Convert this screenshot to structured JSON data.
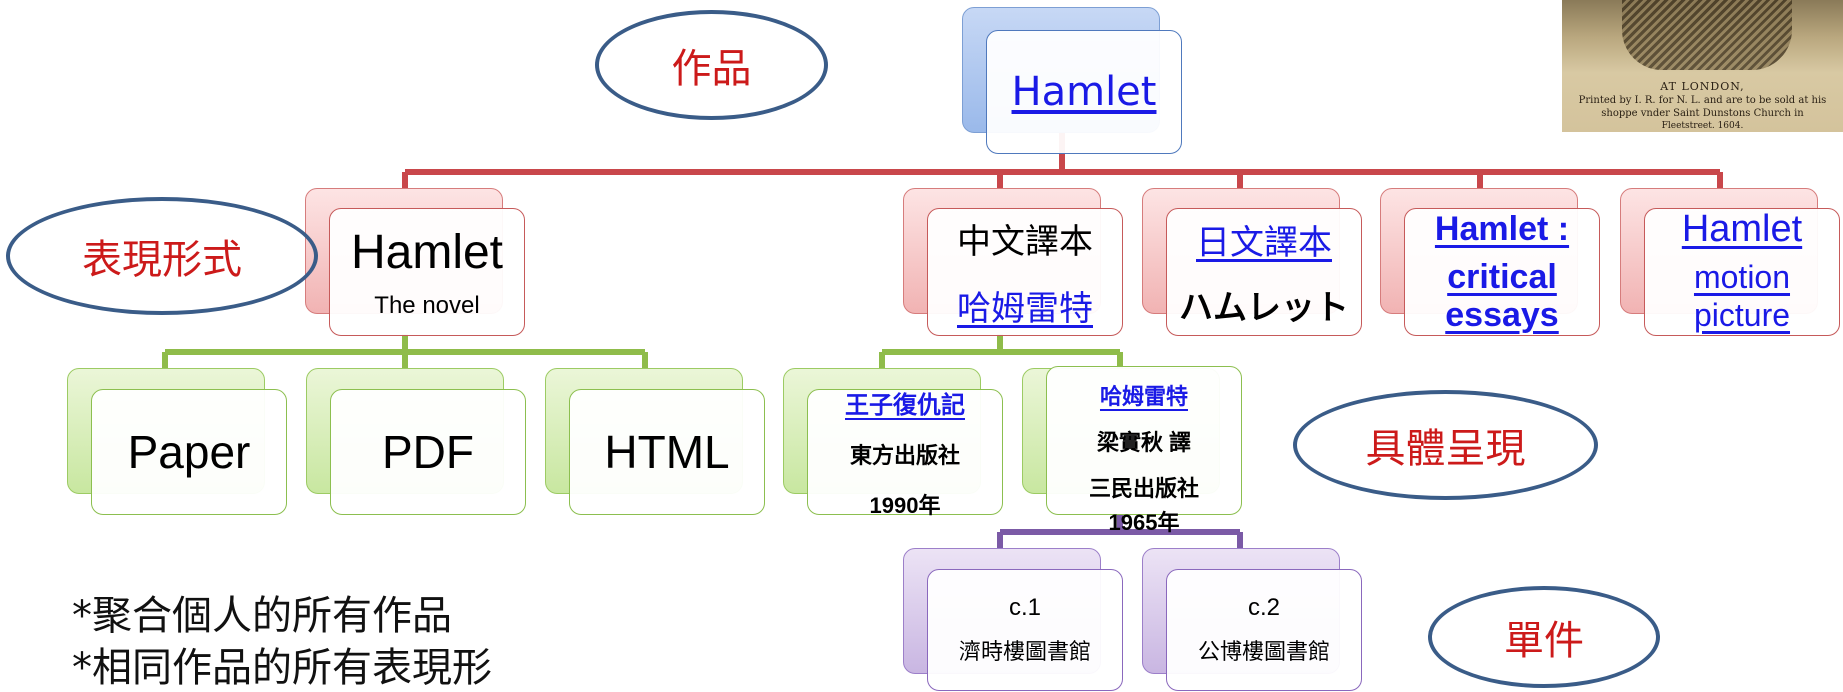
{
  "levels": {
    "work": "作品",
    "expression": "表現形式",
    "manifestation": "具體呈現",
    "item": "單件"
  },
  "work": {
    "title": "Hamlet"
  },
  "expressions": {
    "novel": {
      "title": "Hamlet",
      "subtitle": "The novel"
    },
    "chinese": {
      "title": "中文譯本",
      "subtitle": "哈姆雷特"
    },
    "japanese": {
      "title": "日文譯本",
      "subtitle": "ハムレット"
    },
    "critical": {
      "line1": "Hamlet :",
      "line2": "critical",
      "line3": "essays"
    },
    "motion": {
      "line1": "Hamlet",
      "line2": "motion",
      "line3": "picture"
    }
  },
  "manifestations": {
    "paper": "Paper",
    "pdf": "PDF",
    "html": "HTML",
    "m1": {
      "title": "王子復仇記",
      "publisher": "東方出版社",
      "year": "1990年"
    },
    "m2": {
      "title": "哈姆雷特",
      "translator": "梁實秋 譯",
      "publisher": "三民出版社",
      "year": "1965年"
    }
  },
  "items": {
    "c1": {
      "copy": "c.1",
      "library": "濟時樓圖書館"
    },
    "c2": {
      "copy": "c.2",
      "library": "公博樓圖書館"
    }
  },
  "notes": [
    "*聚合個人的所有作品",
    "*相同作品的所有表現形"
  ],
  "book_image": {
    "line1": "AT LONDON,",
    "line2": "Printed by I. R. for N. L. and are to be sold at his",
    "line3": "shoppe vnder Saint Dunstons Church in",
    "line4": "Fleetstreet. 1604."
  },
  "colors": {
    "work_connector": "#c9474b",
    "expression_connector": "#8fbc4a",
    "item_connector": "#7b5aa6",
    "ellipse_border": "#3a5c88",
    "level_label": "#cc1a1a",
    "link": "#1a1ae6"
  }
}
